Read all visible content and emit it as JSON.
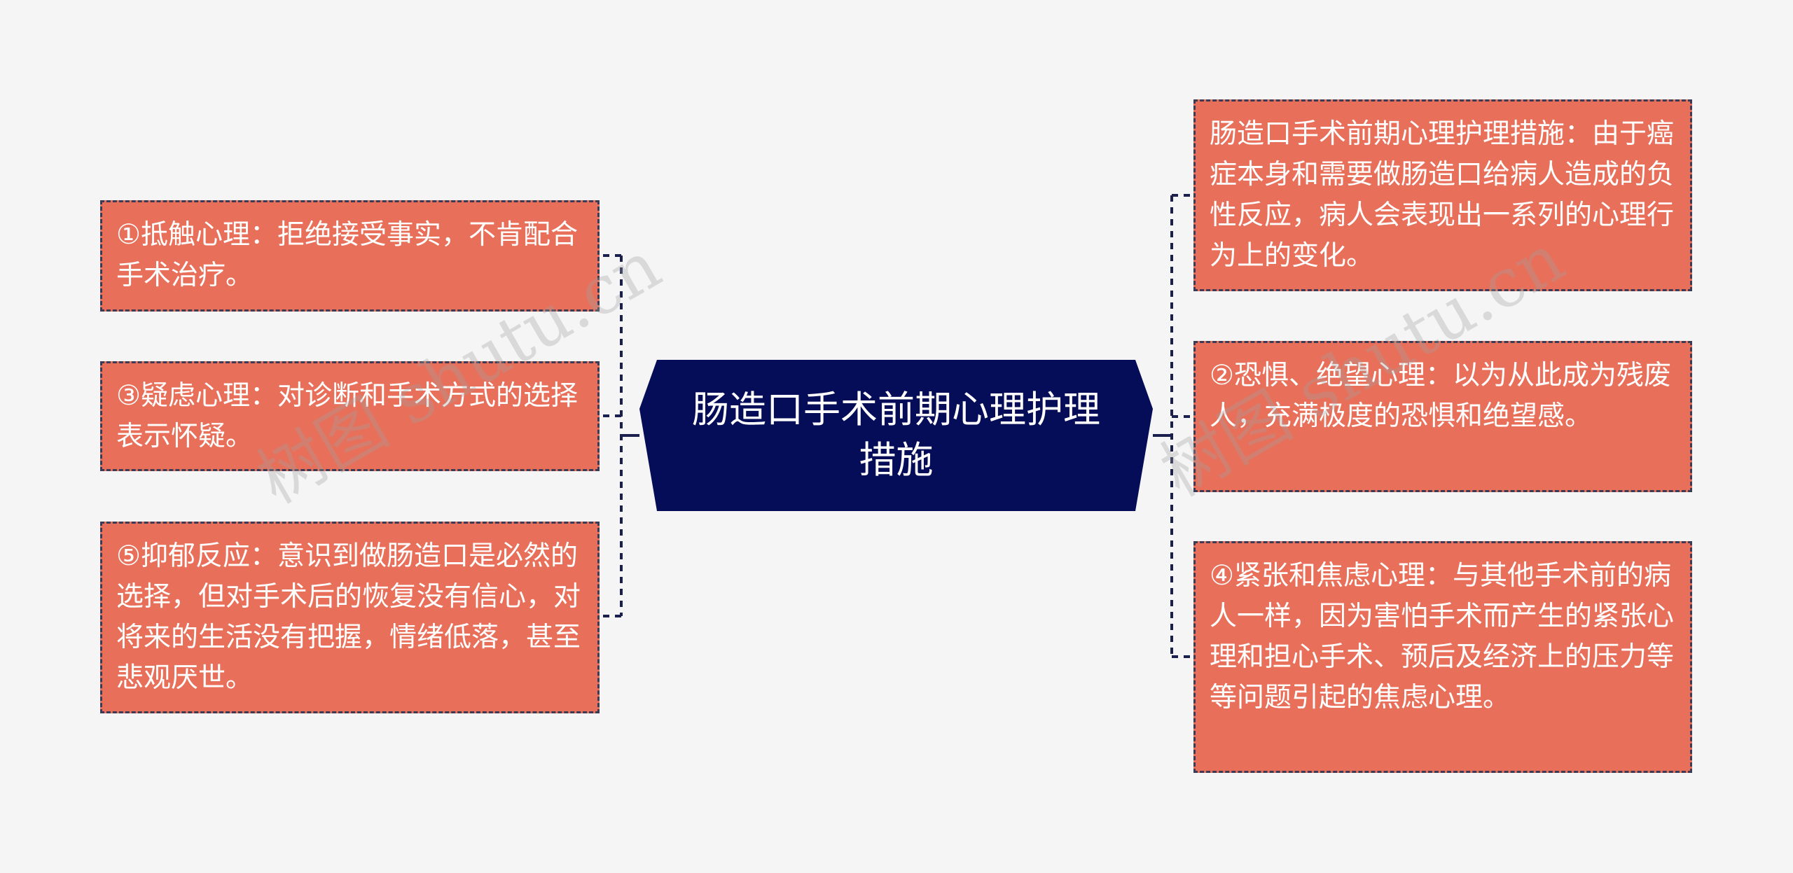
{
  "center": {
    "title": "肠造口手术前期心理护理措施"
  },
  "left_nodes": [
    {
      "text": "①抵触心理：拒绝接受事实，不肯配合手术治疗。"
    },
    {
      "text": "③疑虑心理：对诊断和手术方式的选择表示怀疑。"
    },
    {
      "text": "⑤抑郁反应：意识到做肠造口是必然的选择，但对手术后的恢复没有信心，对将来的生活没有把握，情绪低落，甚至悲观厌世。"
    }
  ],
  "right_nodes": [
    {
      "text": "肠造口手术前期心理护理措施：由于癌症本身和需要做肠造口给病人造成的负性反应，病人会表现出一系列的心理行为上的变化。"
    },
    {
      "text": "②恐惧、绝望心理：以为从此成为残废人，充满极度的恐惧和绝望感。"
    },
    {
      "text": "④紧张和焦虑心理：与其他手术前的病人一样，因为害怕手术而产生的紧张心理和担心手术、预后及经济上的压力等等问题引起的焦虑心理。"
    }
  ],
  "watermark": "树图 shutu.cn",
  "colors": {
    "background": "#f5f5f5",
    "center_fill": "#060d58",
    "node_fill": "#e8705a",
    "node_border": "#3b3b55",
    "connector": "#1a1f4d"
  }
}
